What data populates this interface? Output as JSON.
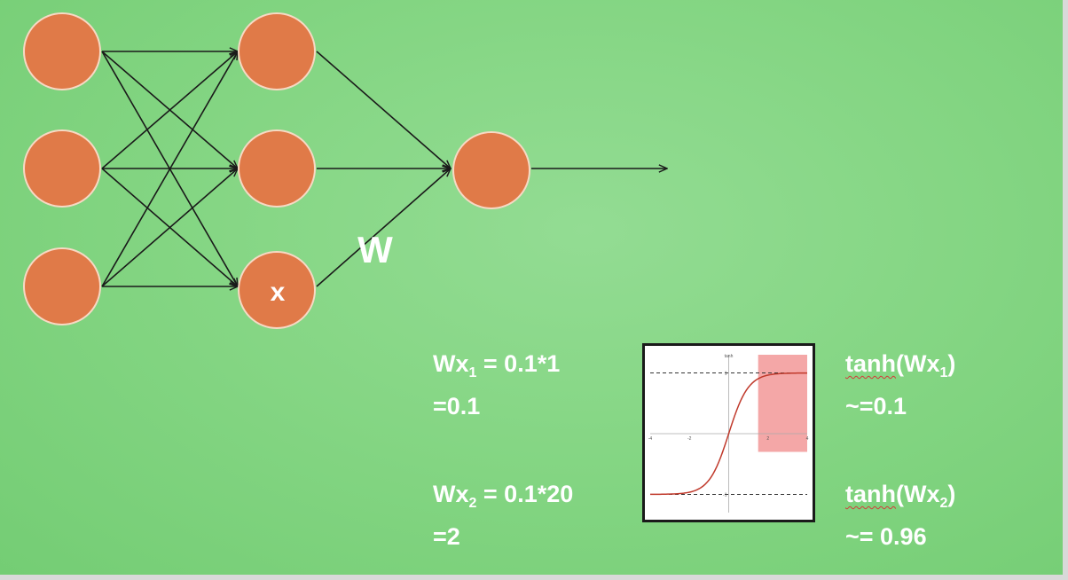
{
  "diagram": {
    "x_node_label": "x",
    "weight_label": "W"
  },
  "equations": {
    "wx1": {
      "lhs": "Wx",
      "sub": "1",
      "rhs": " = 0.1*1",
      "result": "=0.1"
    },
    "wx2": {
      "lhs": "Wx",
      "sub": "2",
      "rhs": " = 0.1*20",
      "result": "=2"
    },
    "tanh1": {
      "func": "tanh",
      "open": "(Wx",
      "sub": "1",
      "close": ")",
      "approx": "~=0.1"
    },
    "tanh2": {
      "func": "tanh",
      "open": "(Wx",
      "sub": "2",
      "close": ")",
      "approx": "~= 0.96"
    }
  },
  "chart_data": {
    "type": "line",
    "title": "tanh",
    "function": "tanh",
    "xlim": [
      -4,
      4
    ],
    "ylim": [
      -1.3,
      1.3
    ],
    "x_ticks": [
      "-4",
      "-2",
      "2",
      "4"
    ],
    "y_ticks": [
      "1",
      "-1"
    ],
    "asymptotes": [
      1,
      -1
    ],
    "highlight_region": {
      "x_from": 1.5,
      "x_to": 4,
      "y_from": -0.3,
      "y_to": 1.3
    },
    "curve_color": "#c0392b",
    "highlight_color": "#f08a8a"
  },
  "colors": {
    "background": "#85d684",
    "node": "#e07a48",
    "node_border": "#f7d9c4",
    "edge": "#1a1a1a",
    "text": "#ffffff"
  }
}
